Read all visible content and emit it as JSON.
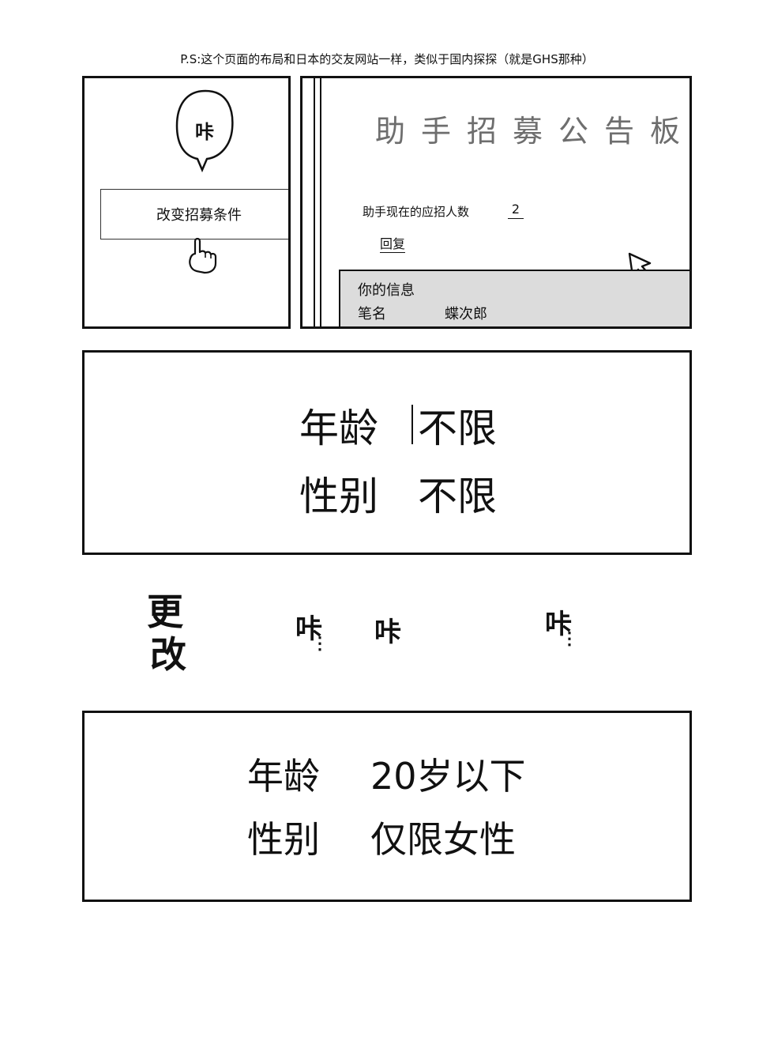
{
  "note": "P.S:这个页面的布局和日本的交友网站一样，类似于国内探探（就是GHS那种）",
  "panel1": {
    "bubble_sfx": "咔",
    "change_button_label": "改变招募条件",
    "icon": "pointing-hand-icon"
  },
  "panel2": {
    "board_title": "助手招募公告板",
    "applicant_count_label": "助手现在的应招人数",
    "applicant_count_value": "2",
    "reply_link": "回复",
    "info_title": "你的信息",
    "pen_name_label": "笔名",
    "pen_name_value": "蝶次郎",
    "icon": "mouse-cursor-icon"
  },
  "panel3": {
    "age_label": "年龄",
    "age_value": "不限",
    "gender_label": "性别",
    "gender_value": "不限"
  },
  "sfx": {
    "change_top": "更",
    "change_bottom": "改",
    "click_1": "咔",
    "click_2": "咔",
    "click_3": "咔",
    "dots": "⋮"
  },
  "panel4": {
    "age_label": "年龄",
    "age_value": "20岁以下",
    "gender_label": "性别",
    "gender_value": "仅限女性"
  },
  "colors": {
    "ink": "#111111",
    "title_gray": "#6e6e6e",
    "info_bg": "#dcdcdc"
  }
}
